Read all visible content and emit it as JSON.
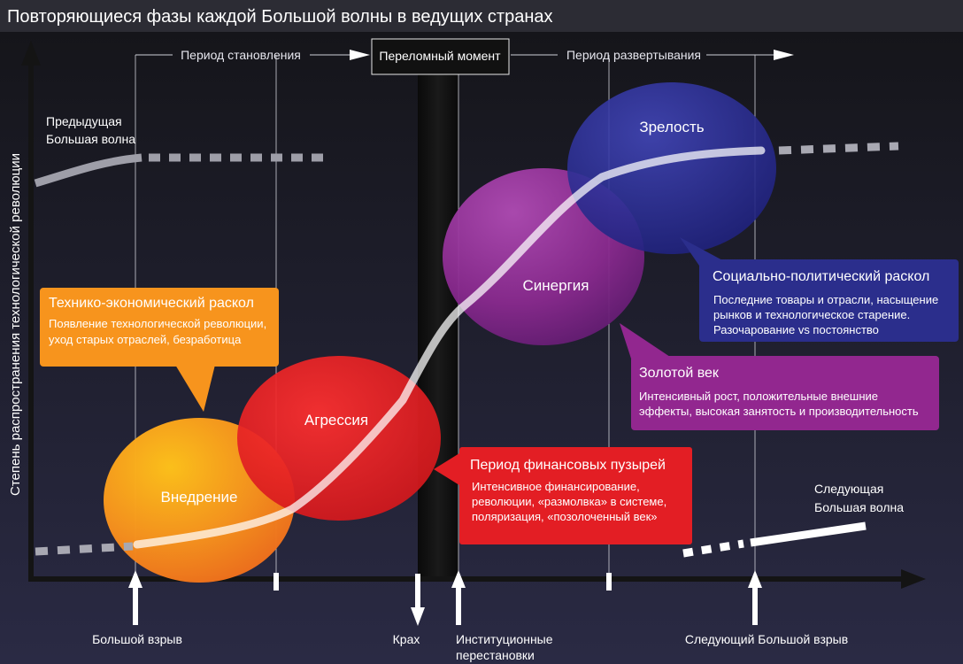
{
  "title": "Повторяющиеся фазы каждой Большой волны в ведущих странах",
  "y_axis_label": "Степень распространения технологической революции",
  "periods": {
    "installation": "Период становления",
    "turning_point": "Переломный момент",
    "deployment": "Период развертывания"
  },
  "waves": {
    "previous": [
      "Предыдущая",
      "Большая волна"
    ],
    "next": [
      "Следующая",
      "Большая волна"
    ]
  },
  "phases": {
    "irruption": "Внедрение",
    "frenzy": "Агрессия",
    "synergy": "Синергия",
    "maturity": "Зрелость"
  },
  "callouts": {
    "techno_economic": {
      "title": "Технико-экономический раскол",
      "lines": [
        "Появление технологической революции,",
        "уход старых отраслей, безработица"
      ]
    },
    "bubble": {
      "title": "Период финансовых пузырей",
      "lines": [
        "Интенсивное финансирование,",
        "революции, «размолвка» в системе,",
        "поляризация, «позолоченный век»"
      ]
    },
    "golden_age": {
      "title": "Золотой век",
      "lines": [
        "Интенсивный рост, положительные внешние",
        "эффекты, высокая занятость и производительность"
      ]
    },
    "socio_political": {
      "title": "Социально-политический раскол",
      "lines": [
        "Последние товары и отрасли, насыщение",
        "рынков и технологическое старение.",
        "Разочарование vs постоянство"
      ]
    }
  },
  "events": {
    "big_bang": "Большой взрыв",
    "crash": "Крах",
    "institutional": [
      "Институционные",
      "перестановки"
    ],
    "next_big_bang": "Следующий Большой взрыв"
  },
  "colors": {
    "background": "#1f1f2f",
    "title_bar": "#2c2c34",
    "irruption": "#f7941d",
    "frenzy": "#e31e24",
    "synergy": "#92278f",
    "maturity": "#2b2e8c",
    "crash_band": "#111111"
  }
}
